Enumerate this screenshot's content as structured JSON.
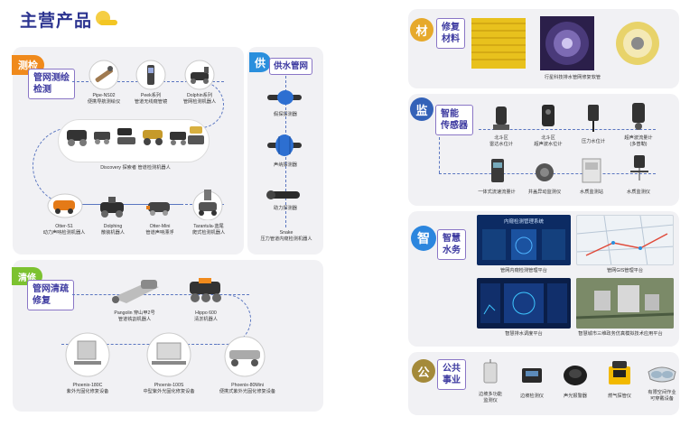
{
  "main_title": "主营产品",
  "left": {
    "inspection": {
      "tag": "测检",
      "label_line1": "管网测绘",
      "label_line2": "检测",
      "devices": [
        {
          "line1": "Pipe-NS02",
          "line2": "便携导航测绘仪"
        },
        {
          "line1": "Peek系列",
          "line2": "管道无线窥管镜"
        },
        {
          "line1": "Dolphin系列",
          "line2": "管网检测机器人"
        },
        {
          "line1": "Discovery 探索者 管道检测机器人",
          "line2": ""
        },
        {
          "line1": "Otter-S1",
          "line2": "动力声呐检测机器人"
        },
        {
          "line1": "Dolphing",
          "line2": "散装机器人"
        },
        {
          "line1": "Otter-Mini",
          "line2": "管道声呐漂浮"
        },
        {
          "line1": "Tarantula-蓝尾",
          "line2": "爬式检测机器人"
        }
      ]
    },
    "water_supply": {
      "tag": "供",
      "label": "供水管网",
      "devices": [
        {
          "line1": "假探探测器",
          "line2": ""
        },
        {
          "line1": "声纳探测器",
          "line2": ""
        },
        {
          "line1": "助力探测器",
          "line2": ""
        },
        {
          "line1": "Snake",
          "line2": "压力管道内窥检测机器人"
        }
      ]
    },
    "cleaning": {
      "tag": "清修",
      "label_line1": "管网清疏",
      "label_line2": "修复",
      "devices": [
        {
          "line1": "Pangolin 穿山甲2号",
          "line2": "管道铣割机器人"
        },
        {
          "line1": "Hippo 600",
          "line2": "清淤机器人"
        },
        {
          "line1": "Phoenix-180C",
          "line2": "紫外光固化修复设备"
        },
        {
          "line1": "Phoenix-100S",
          "line2": "中型紫外光固化修复设备"
        },
        {
          "line1": "Phoenix-80Mini",
          "line2": "便携式紫外光固化修复设备"
        }
      ]
    }
  },
  "right": {
    "materials": {
      "tag": "材",
      "label_line1": "修复",
      "label_line2": "材料",
      "caption": "行星科技排水管网修复软管"
    },
    "monitoring": {
      "tag": "监",
      "label_line1": "智能",
      "label_line2": "传感器",
      "devices": [
        {
          "line1": "北斗区",
          "line2": "雷达水位计"
        },
        {
          "line1": "北斗区",
          "line2": "超声波水位计"
        },
        {
          "line1": "压力水位计",
          "line2": ""
        },
        {
          "line1": "超声波流量计",
          "line2": "(多普勒)"
        },
        {
          "line1": "一体式流速流量计",
          "line2": ""
        },
        {
          "line1": "井盖异动监测仪",
          "line2": ""
        },
        {
          "line1": "水质监测站",
          "line2": ""
        },
        {
          "line1": "水质监测仪",
          "line2": ""
        }
      ]
    },
    "smart": {
      "tag": "智",
      "label_line1": "智慧",
      "label_line2": "水务",
      "screens": [
        {
          "caption": "管网内窥检测管理平台",
          "header": "内窥检测管理系统"
        },
        {
          "caption": "管网GIS管理平台",
          "header": ""
        },
        {
          "caption": "智慧排水调度平台",
          "header": ""
        },
        {
          "caption": "智慧城市三维政务仿真模拟技术应用平台",
          "header": ""
        }
      ]
    },
    "public": {
      "tag": "公",
      "label_line1": "公共",
      "label_line2": "事业",
      "devices": [
        {
          "line1": "边坡多功能",
          "line2": "监测仪"
        },
        {
          "line1": "边坡检测仪",
          "line2": ""
        },
        {
          "line1": "声光报警器",
          "line2": ""
        },
        {
          "line1": "燃气探管仪",
          "line2": ""
        },
        {
          "line1": "有限空间作业",
          "line2": "可穿戴设备"
        }
      ]
    }
  },
  "colors": {
    "brand_navy": "#2c3490",
    "orange": "#f08a1c",
    "blue": "#2a8fdd",
    "green": "#7cc230",
    "gold": "#e6a92b",
    "panel_bg": "#f1f1f4",
    "label_border": "#8a76c6"
  }
}
